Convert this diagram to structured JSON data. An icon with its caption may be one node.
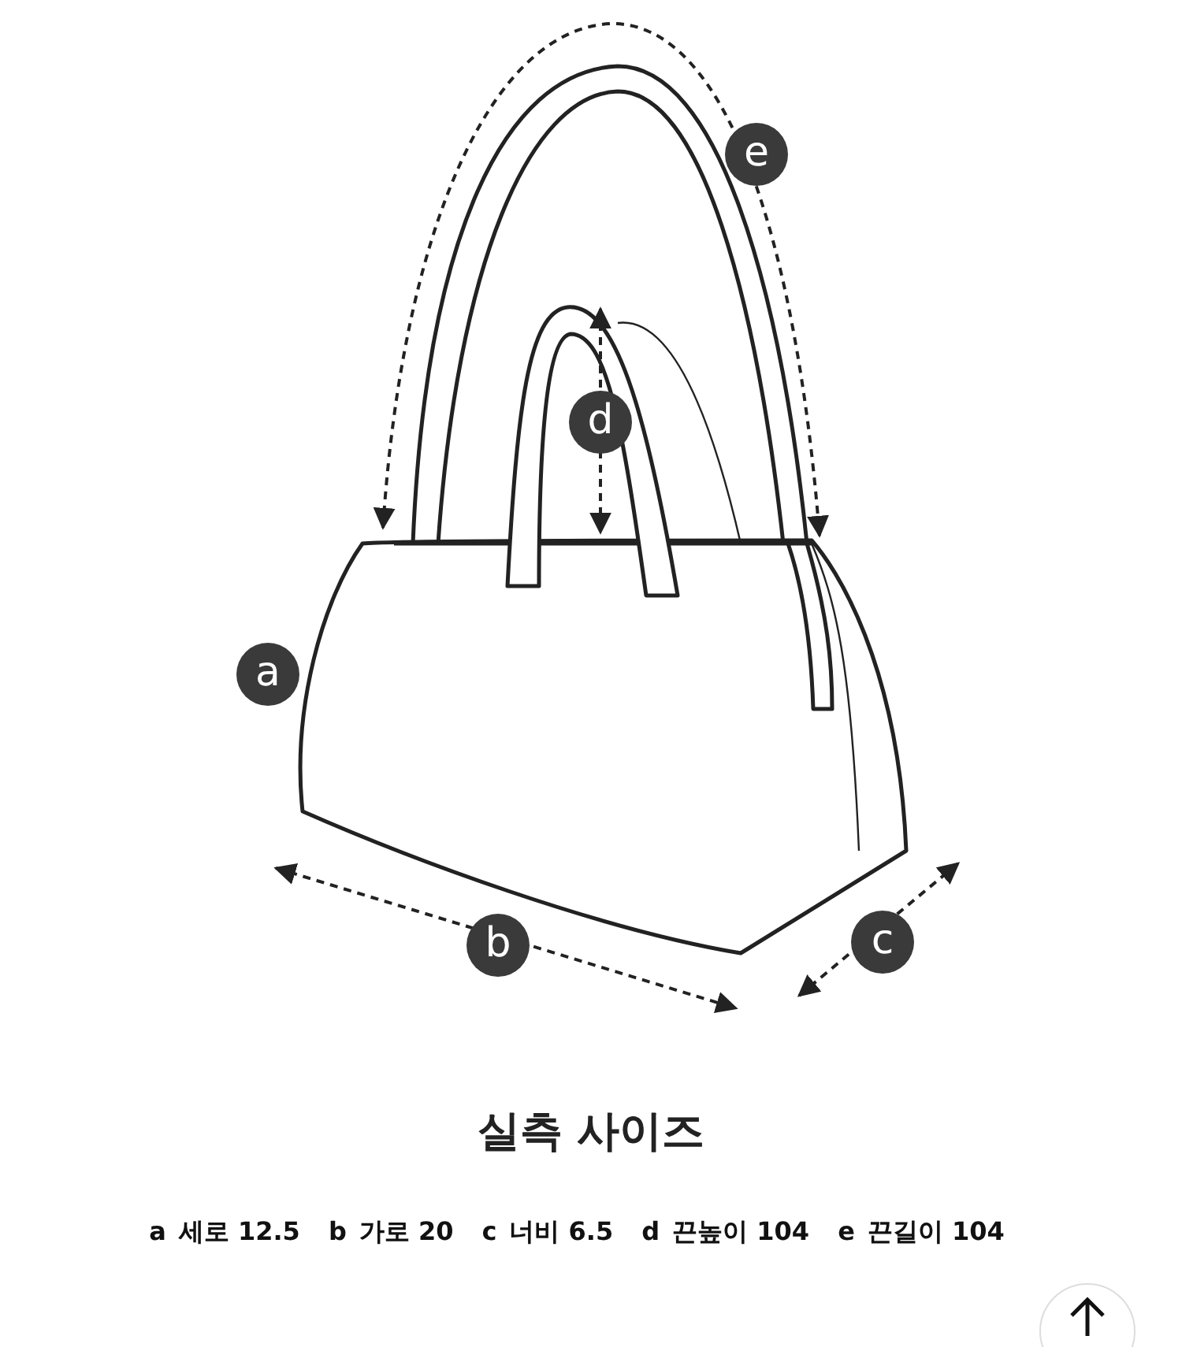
{
  "diagram": {
    "title": "실측 사이즈",
    "labels": [
      "e",
      "d",
      "a",
      "b",
      "c",
      "a",
      "세로 12.5",
      "b",
      "가로 20",
      "c",
      "너비 6.5",
      "d",
      "끈높이 104",
      "e",
      "끈길이 104"
    ]
  }
}
